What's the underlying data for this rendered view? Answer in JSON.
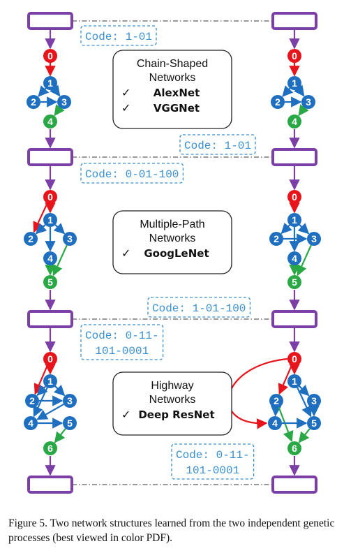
{
  "caption": "Figure 5.  Two network structures learned from the two independent genetic processes (best viewed in color PDF).",
  "colors": {
    "purple": "#7b3fa6",
    "red": "#e8141b",
    "blue": "#1f6fc1",
    "green": "#2aa845",
    "code": "#3a8fd0"
  },
  "codes": {
    "left": [
      [
        "Code: 1-01"
      ],
      [
        "Code: 0-01-100"
      ],
      [
        "Code: 0-11-",
        "101-0001"
      ]
    ],
    "right": [
      [
        "Code: 1-01"
      ],
      [
        "Code: 1-01-100"
      ],
      [
        "Code: 0-11-",
        "101-0001"
      ]
    ]
  },
  "panels": [
    {
      "title": [
        "Chain-Shaped",
        "Networks"
      ],
      "items": [
        "AlexNet",
        "VGGNet"
      ]
    },
    {
      "title": [
        "Multiple-Path",
        "Networks"
      ],
      "items": [
        "GoogLeNet"
      ]
    },
    {
      "title": [
        "Highway",
        "Networks"
      ],
      "items": [
        "Deep ResNet"
      ]
    }
  ],
  "stages": [
    {
      "labels": [
        "0",
        "1",
        "2",
        "3",
        "4"
      ],
      "left_edges": [
        [
          0,
          1
        ],
        [
          1,
          2
        ],
        [
          1,
          3
        ],
        [
          2,
          3
        ],
        [
          3,
          4
        ]
      ],
      "right_edges": [
        [
          0,
          1
        ],
        [
          1,
          2
        ],
        [
          1,
          3
        ],
        [
          2,
          3
        ],
        [
          3,
          4
        ]
      ]
    },
    {
      "labels": [
        "0",
        "1",
        "2",
        "3",
        "4",
        "5"
      ],
      "left_edges": [
        [
          0,
          1
        ],
        [
          0,
          2
        ],
        [
          1,
          2
        ],
        [
          1,
          3
        ],
        [
          1,
          4
        ],
        [
          3,
          5
        ],
        [
          4,
          5
        ]
      ],
      "right_edges": [
        [
          0,
          1
        ],
        [
          1,
          2
        ],
        [
          1,
          3
        ],
        [
          2,
          3
        ],
        [
          1,
          4
        ],
        [
          3,
          5
        ],
        [
          4,
          5
        ]
      ]
    },
    {
      "labels": [
        "0",
        "1",
        "2",
        "3",
        "4",
        "5",
        "6"
      ],
      "left_edges": [
        [
          0,
          1
        ],
        [
          0,
          2
        ],
        [
          1,
          2
        ],
        [
          1,
          3
        ],
        [
          1,
          4
        ],
        [
          2,
          3
        ],
        [
          3,
          4
        ],
        [
          4,
          5
        ],
        [
          5,
          6
        ]
      ],
      "right_edges": [
        [
          0,
          1
        ],
        [
          0,
          2
        ],
        [
          0,
          4
        ],
        [
          1,
          3
        ],
        [
          1,
          5
        ],
        [
          2,
          4
        ],
        [
          2,
          6
        ],
        [
          3,
          5
        ],
        [
          4,
          5
        ],
        [
          5,
          6
        ]
      ]
    }
  ]
}
